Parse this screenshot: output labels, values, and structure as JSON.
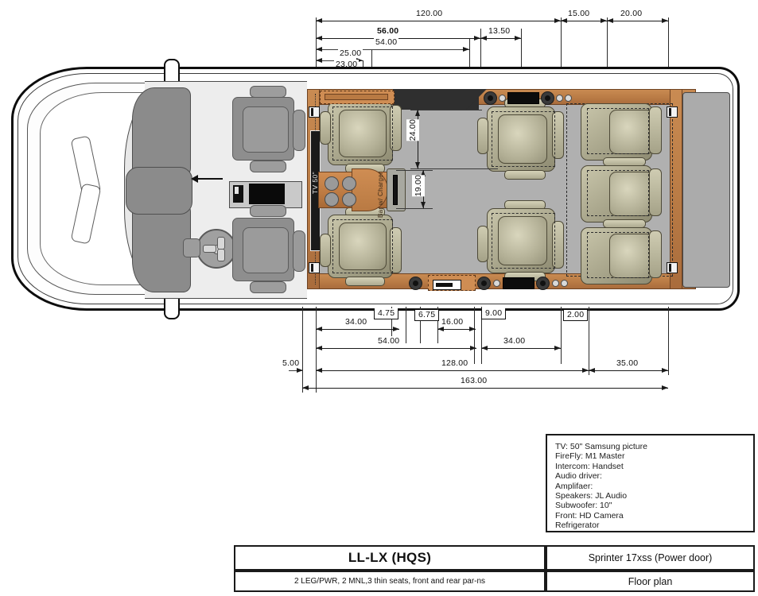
{
  "drawing": {
    "title": "LL-LX (HQS)",
    "subtitle": "2 LEG/PWR, 2 MNL,3 thin seats, front and rear par-ns",
    "model": "Sprinter 17xss (Power door)",
    "sheet": "Floor plan"
  },
  "labels": {
    "tv": "TV 50\"",
    "bar": "Bar w/ Charger"
  },
  "notes": [
    "TV: 50\" Samsung picture",
    "FireFly:  M1 Master",
    "Intercom: Handset",
    "Audio driver:",
    "Amplifaer:",
    "Speakers: JL Audio",
    "Subwoofer: 10\"",
    "Front:  HD Camera",
    "Refrigerator"
  ],
  "dimensions": {
    "top": [
      {
        "id": "d120",
        "value": "120.00"
      },
      {
        "id": "d15",
        "value": "15.00"
      },
      {
        "id": "d20",
        "value": "20.00"
      },
      {
        "id": "d56",
        "value": "56.00"
      },
      {
        "id": "d1350",
        "value": "13.50"
      },
      {
        "id": "d54t",
        "value": "54.00"
      },
      {
        "id": "d25",
        "value": "25.00"
      },
      {
        "id": "d23",
        "value": "23.00"
      }
    ],
    "interior": [
      {
        "id": "d24",
        "value": "24.00"
      },
      {
        "id": "d19",
        "value": "19.00"
      }
    ],
    "bottom": [
      {
        "id": "d475",
        "value": "4.75"
      },
      {
        "id": "d675",
        "value": "6.75"
      },
      {
        "id": "d9",
        "value": "9.00"
      },
      {
        "id": "d2",
        "value": "2.00"
      },
      {
        "id": "d34a",
        "value": "34.00"
      },
      {
        "id": "d16",
        "value": "16.00"
      },
      {
        "id": "d54b",
        "value": "54.00"
      },
      {
        "id": "d34b",
        "value": "34.00"
      },
      {
        "id": "d5",
        "value": "5.00"
      },
      {
        "id": "d128",
        "value": "128.00"
      },
      {
        "id": "d35",
        "value": "35.00"
      },
      {
        "id": "d163",
        "value": "163.00"
      }
    ]
  },
  "colors": {
    "wood": "#bd7a42",
    "seat_tan": "#b2af95",
    "seat_grey": "#9b9b9b",
    "floor": "#b0b0b0",
    "outline": "#0d0d0d"
  }
}
